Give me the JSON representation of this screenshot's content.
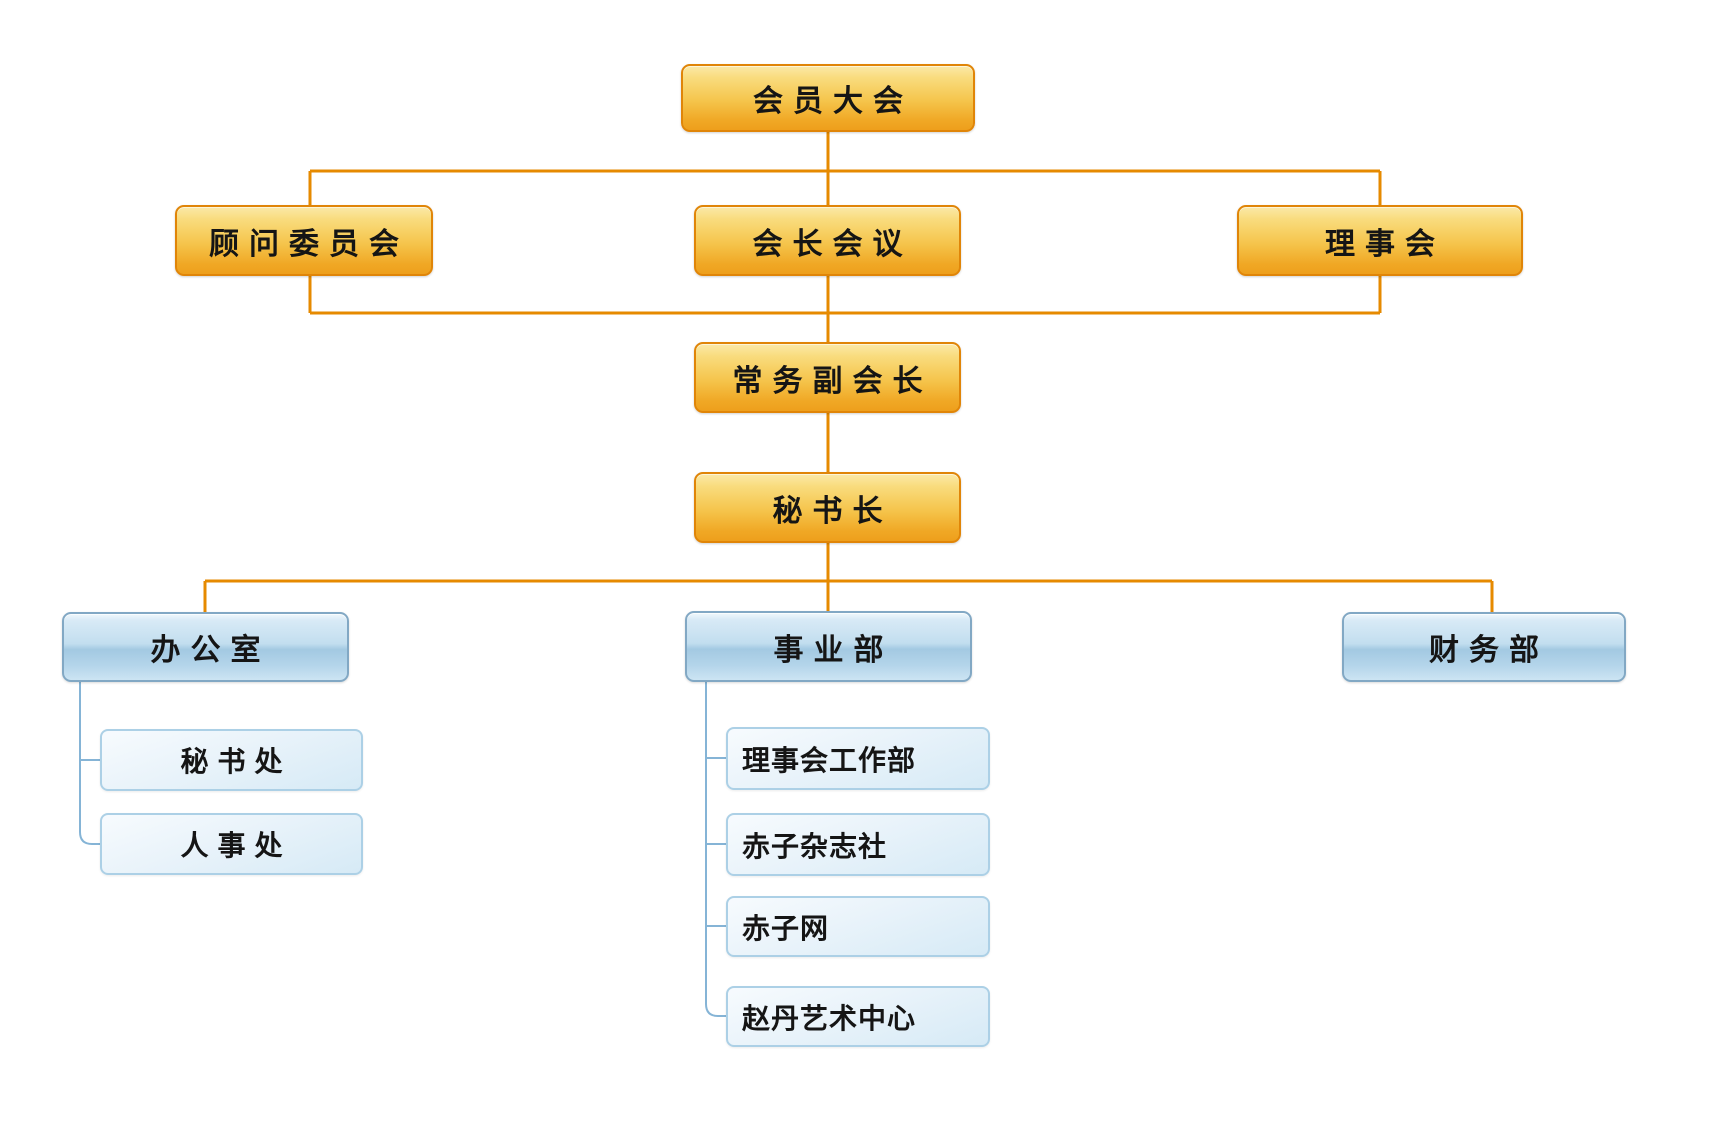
{
  "diagram": {
    "kind": "org-chart",
    "background": "#ffffff"
  },
  "nodes": {
    "member_assembly": {
      "label": "会员大会",
      "style": "orange",
      "parent": null
    },
    "advisory_committee": {
      "label": "顾问委员会",
      "style": "orange",
      "parent": "member_assembly"
    },
    "president_meeting": {
      "label": "会长会议",
      "style": "orange",
      "parent": "member_assembly"
    },
    "council": {
      "label": "理事会",
      "style": "orange",
      "parent": "member_assembly"
    },
    "executive_vice_president": {
      "label": "常务副会长",
      "style": "orange",
      "parent": "president_meeting"
    },
    "secretary_general": {
      "label": "秘书长",
      "style": "orange",
      "parent": "executive_vice_president"
    },
    "office": {
      "label": "办公室",
      "style": "blue-parent",
      "parent": "secretary_general"
    },
    "business_division": {
      "label": "事业部",
      "style": "blue-parent",
      "parent": "secretary_general"
    },
    "finance_department": {
      "label": "财务部",
      "style": "blue-parent",
      "parent": "secretary_general"
    },
    "secretariat": {
      "label": "秘书处",
      "style": "blue-child",
      "parent": "office"
    },
    "personnel_office": {
      "label": "人事处",
      "style": "blue-child",
      "parent": "office"
    },
    "council_work_department": {
      "label": "理事会工作部",
      "style": "blue-child",
      "parent": "business_division"
    },
    "chizi_magazine": {
      "label": "赤子杂志社",
      "style": "blue-child",
      "parent": "business_division"
    },
    "chizi_net": {
      "label": "赤子网",
      "style": "blue-child",
      "parent": "business_division"
    },
    "zhaodan_art_center": {
      "label": "赵丹艺术中心",
      "style": "blue-child",
      "parent": "business_division"
    }
  },
  "colors": {
    "orange_connector": "#E68A00",
    "blue_connector": "#85B4D6",
    "orange_box_top": "#FBE9A8",
    "orange_box_bottom": "#EE9F1C",
    "orange_box_border": "#E08508",
    "blue_parent_top": "#F0F8FC",
    "blue_parent_band": "#A3C9E2",
    "blue_parent_border": "#82A8C4",
    "blue_child_fill": "#E9F3FA",
    "blue_child_border": "#ACD0E6",
    "text": "#151515"
  }
}
